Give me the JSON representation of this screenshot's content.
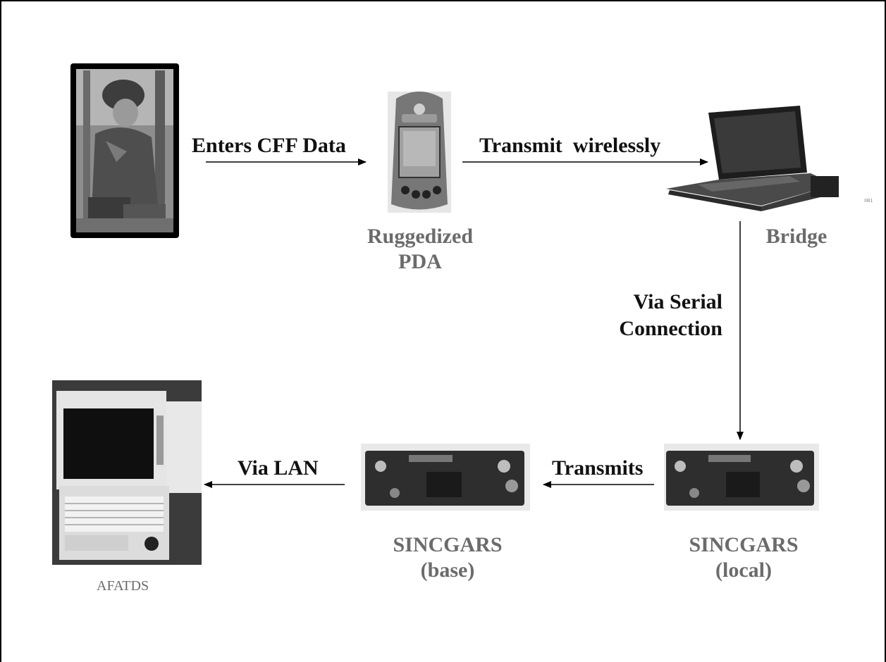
{
  "edges": {
    "enters_cff": "Enters CFF Data",
    "transmit_wireless": "Transmit  wirelessly",
    "via_serial_1": "Via Serial",
    "via_serial_2": "Connection",
    "transmits": "Transmits",
    "via_lan": "Via LAN"
  },
  "nodes": {
    "pda_line1": "Ruggedized",
    "pda_line2": "PDA",
    "bridge": "Bridge",
    "sincgars_local_1": "SINCGARS",
    "sincgars_local_2": "(local)",
    "sincgars_base_1": "SINCGARS",
    "sincgars_base_2": "(base)",
    "afatds": "AFATDS",
    "laptop_mark": "IIB1"
  },
  "icons": [
    "soldier-photo",
    "pda-photo",
    "laptop-photo",
    "radio-photo",
    "afatds-terminal-photo"
  ]
}
